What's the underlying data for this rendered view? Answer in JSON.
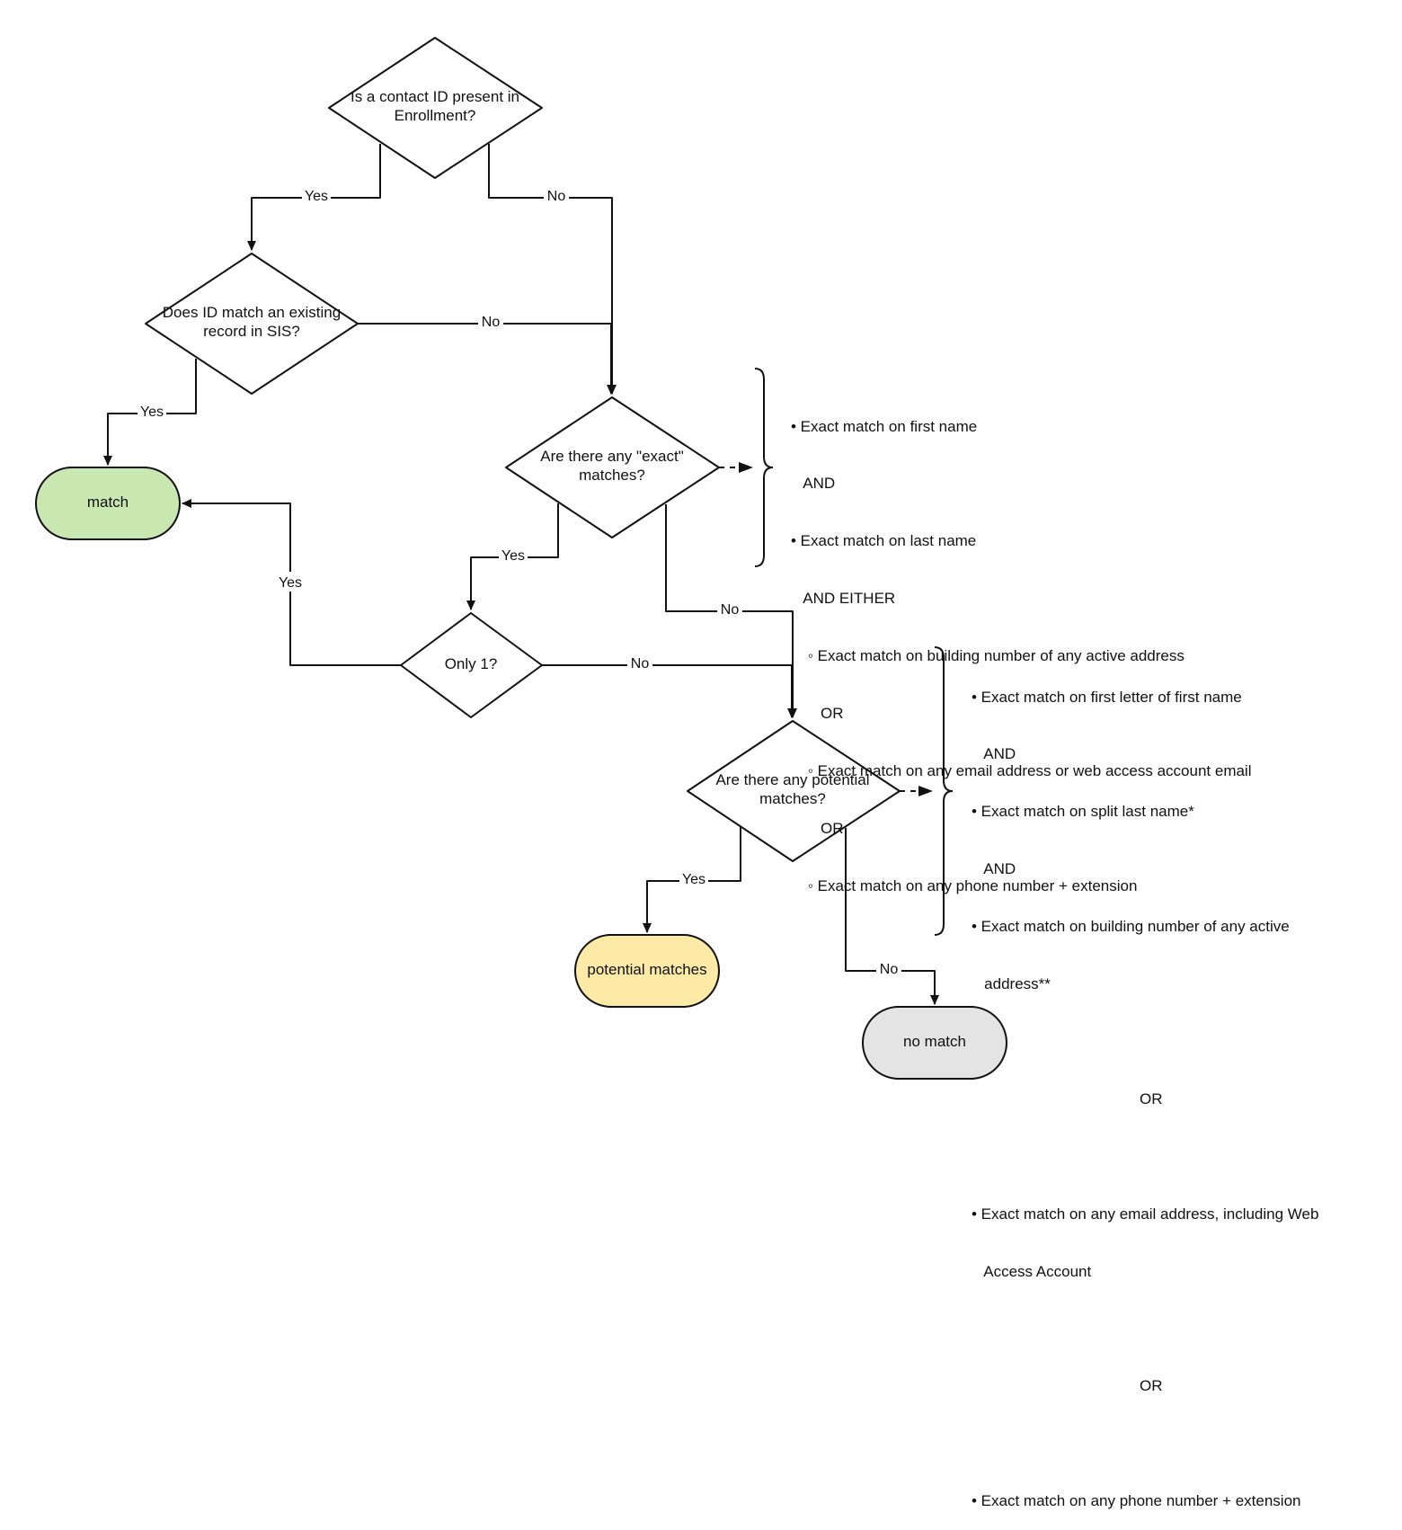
{
  "colors": {
    "stroke": "#111111",
    "match_fill": "#c9e7b1",
    "potential_fill": "#fdeaa6",
    "no_match_fill": "#e4e4e4",
    "background": "#ffffff"
  },
  "nodes": {
    "q_contact_id": {
      "lines": [
        "Is a contact ID present in",
        "Enrollment?"
      ]
    },
    "q_id_match": {
      "lines": [
        "Does ID match an existing",
        "record in SIS?"
      ]
    },
    "q_exact": {
      "lines": [
        "Are there any \"exact\"",
        "matches?"
      ]
    },
    "q_only_one": {
      "lines": [
        "Only 1?"
      ]
    },
    "q_potential": {
      "lines": [
        "Are there any potential",
        "matches?"
      ]
    },
    "t_match": {
      "lines": [
        "match"
      ]
    },
    "t_potential": {
      "lines": [
        "potential matches"
      ]
    },
    "t_no_match": {
      "lines": [
        "no match"
      ]
    }
  },
  "edges": {
    "e1": "Yes",
    "e2": "No",
    "e3": "No",
    "e4": "Yes",
    "e5": "Yes",
    "e6": "No",
    "e7": "Yes",
    "e8": "No",
    "e9": "Yes",
    "e10": "No"
  },
  "notes": {
    "exact_criteria": [
      "• Exact match on first name",
      "   AND",
      "• Exact match on last name",
      "   AND EITHER",
      "    ◦ Exact match on building number of any active address",
      "       OR",
      "    ◦ Exact match on any email address or web access account email",
      "       OR",
      "    ◦ Exact match on any phone number + extension"
    ],
    "potential_criteria": [
      "• Exact match on first letter of first name",
      "   AND",
      "• Exact match on split last name*",
      "   AND",
      "• Exact match on building number of any active",
      "   address**",
      "",
      "OR",
      "",
      "• Exact match on any email address, including Web",
      "   Access Account",
      "",
      "OR",
      "",
      "• Exact match on any phone number + extension"
    ]
  }
}
